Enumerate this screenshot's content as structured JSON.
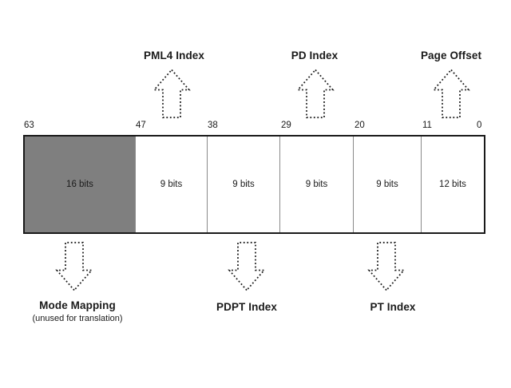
{
  "diagram": {
    "bit_labels": [
      "63",
      "47",
      "38",
      "29",
      "20",
      "11",
      "0"
    ],
    "segments": [
      {
        "label": "16 bits"
      },
      {
        "label": "9 bits"
      },
      {
        "label": "9 bits"
      },
      {
        "label": "9 bits"
      },
      {
        "label": "9 bits"
      },
      {
        "label": "12 bits"
      }
    ],
    "top_callouts": [
      {
        "label": "PML4 Index"
      },
      {
        "label": "PD Index"
      },
      {
        "label": "Page Offset"
      }
    ],
    "bottom_callouts": [
      {
        "label": "Mode Mapping",
        "sublabel": "(unused for translation)"
      },
      {
        "label": "PDPT Index"
      },
      {
        "label": "PT Index"
      }
    ],
    "colors": {
      "reserved_segment_fill": "#7f7f7f",
      "line": "#1a1a1a",
      "background": "#ffffff"
    }
  }
}
